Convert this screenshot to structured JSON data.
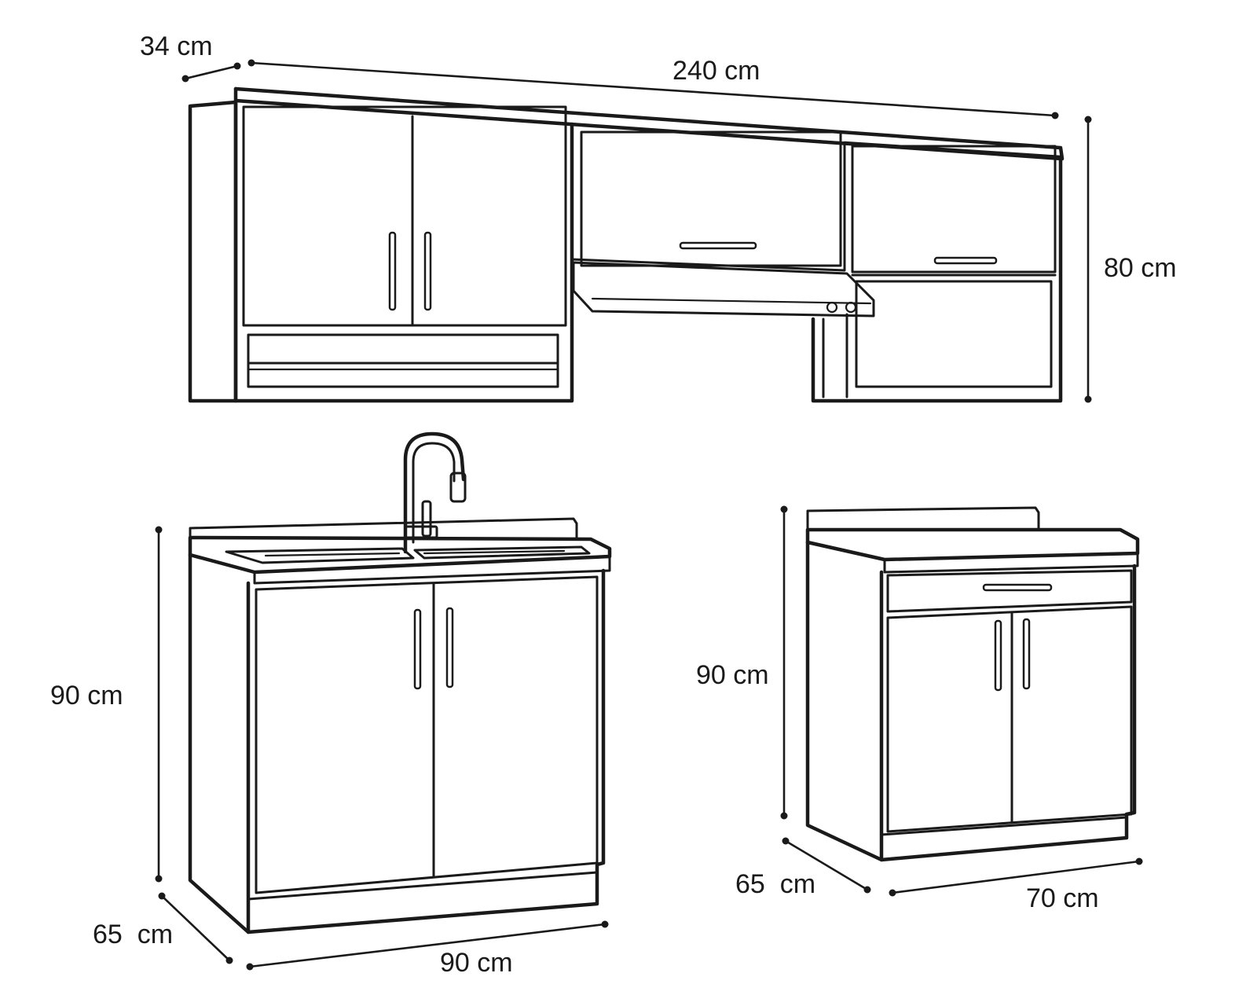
{
  "wall_unit": {
    "depth_label": "34 cm",
    "width_label": "240 cm",
    "height_label": "80 cm"
  },
  "sink_unit": {
    "height_label": "90 cm",
    "depth_label": "65  cm",
    "width_label": "90 cm"
  },
  "base_unit": {
    "height_label": "90 cm",
    "depth_label": "65  cm",
    "width_label": "70 cm"
  },
  "colors": {
    "line": "#1a1a1a",
    "background": "#ffffff"
  }
}
